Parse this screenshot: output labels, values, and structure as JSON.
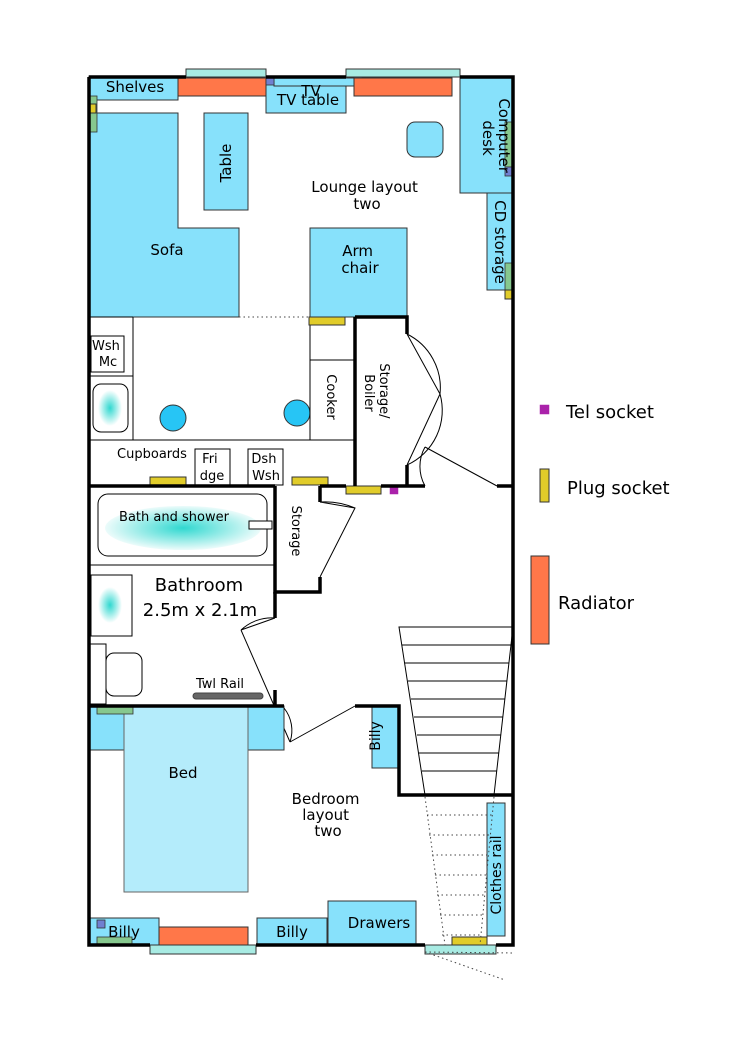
{
  "rooms": {
    "lounge": "Lounge layout\ntwo",
    "bathroom": "Bathroom",
    "bathroom_size": "2.5m x 2.1m",
    "bedroom": "Bedroom\nlayout\ntwo"
  },
  "furniture": {
    "shelves": "Shelves",
    "tv": "TV",
    "tv_table": "TV table",
    "computer_desk": "Computer\ndesk",
    "cd_storage": "CD storage",
    "table": "Table",
    "sofa": "Sofa",
    "arm_chair": "Arm\nchair",
    "wsh_mc": "Wsh\nMc",
    "cooker": "Cooker",
    "storage_boiler": "Storage/\nBoiler",
    "cupboards": "Cupboards",
    "fridge": "Fri\ndge",
    "dsh_wsh": "Dsh\nWsh",
    "bath_shower": "Bath and shower",
    "storage": "Storage",
    "twl_rail": "Twl Rail",
    "bed": "Bed",
    "billy_stairs": "Billy",
    "clothes_rail": "Clothes rail",
    "billy_left": "Billy",
    "billy_mid": "Billy",
    "drawers": "Drawers"
  },
  "legend": {
    "tel_socket": "Tel socket",
    "plug_socket": "Plug socket",
    "radiator": "Radiator"
  },
  "colors": {
    "furniture": "#87e1fb",
    "window": "#a8ebe3",
    "radiator": "#ff7749",
    "plug_socket": "#e1cc2a",
    "tel_socket": "#aa22aa"
  }
}
